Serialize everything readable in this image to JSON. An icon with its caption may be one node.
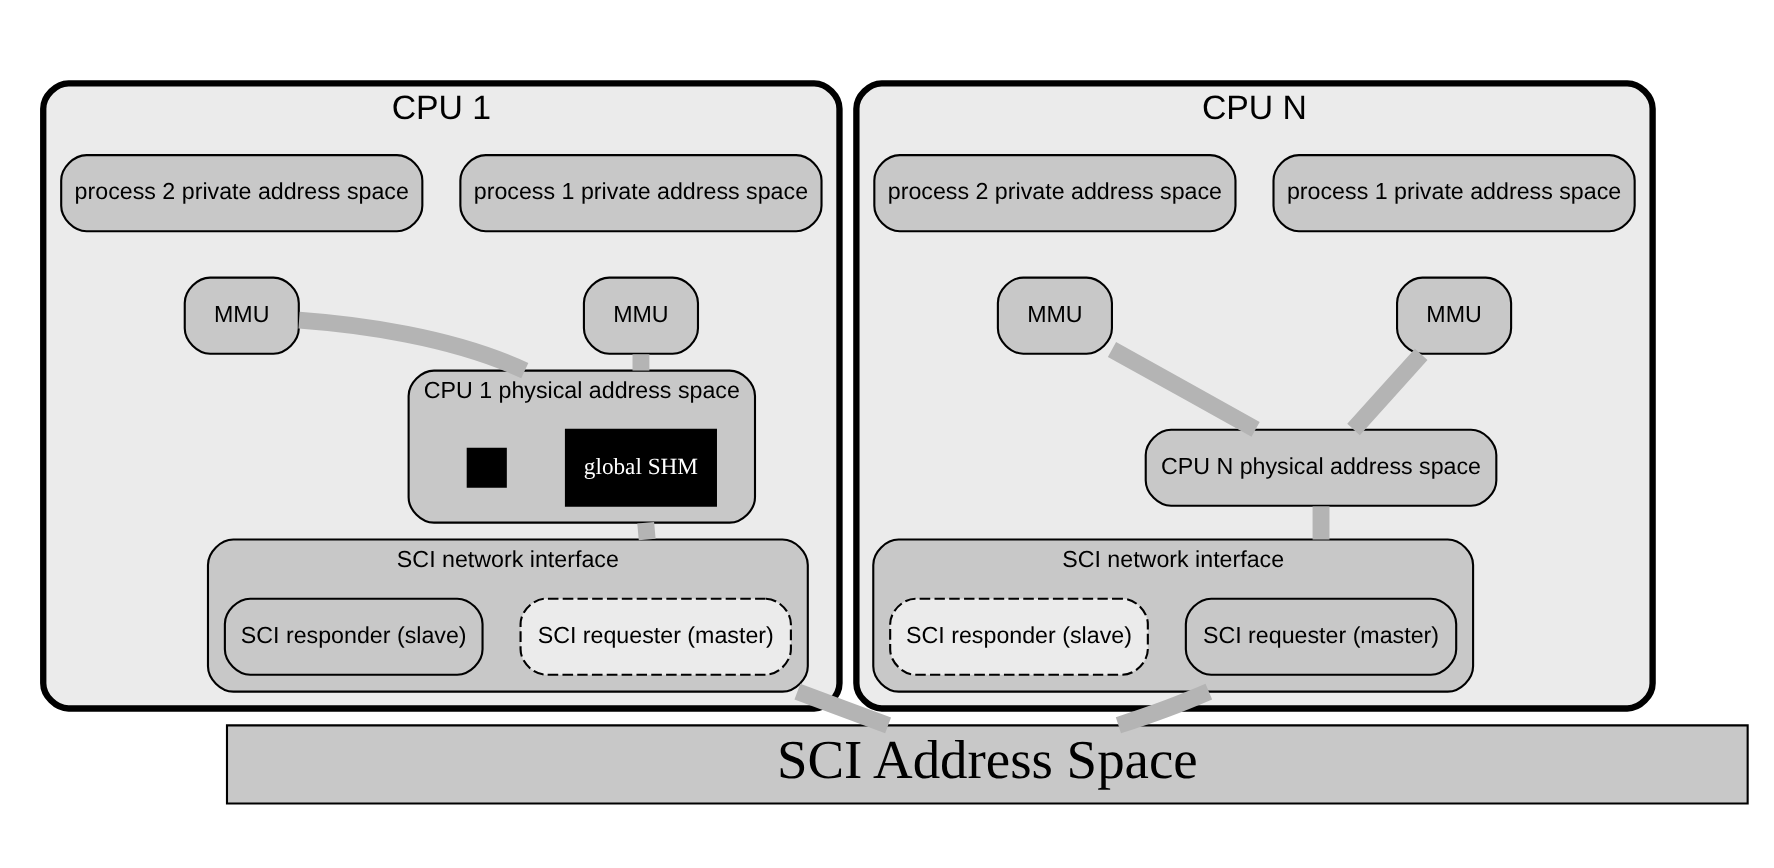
{
  "diagram": {
    "nodes": [
      {
        "text": [
          "CPU 1"
        ]
      },
      {
        "text": [
          "process 1 private address space"
        ],
        "in": 0
      },
      {
        "text": [
          "process 2 private address space"
        ],
        "in": 0
      },
      {
        "text": [
          "MMU"
        ],
        "in": 0
      },
      {
        "text": [
          "MMU"
        ],
        "in": 0
      },
      {
        "text": [
          "CPU 1 physical address space"
        ],
        "in": 0
      },
      {
        "text": [
          "global SHM"
        ],
        "in": 5
      },
      {
        "text": [],
        "shape": "box",
        "in": 5
      },
      {
        "text": [
          "SCI network interface"
        ],
        "in": 0
      },
      {
        "text": [
          "SCI requester (master)"
        ],
        "in": 8
      },
      {
        "text": [
          "SCI responder (slave)"
        ],
        "in": 8
      },
      {
        "text": [
          "CPU N"
        ]
      },
      {
        "text": [
          "process 1 private address space"
        ],
        "in": 11
      },
      {
        "text": [
          "process 2 private address space"
        ],
        "in": 11
      },
      {
        "text": [
          "MMU"
        ],
        "in": 11
      },
      {
        "text": [
          "MMU"
        ],
        "in": 11
      },
      {
        "text": [
          "CPU N physical address space"
        ],
        "in": 11
      },
      {
        "text": [
          "SCI network interface"
        ],
        "in": 11
      },
      {
        "text": [
          "SCI requester (master)"
        ],
        "in": 17
      },
      {
        "text": [
          "SCI responder (slave)"
        ],
        "in": 17
      },
      {
        "text": [
          "SCI Address Space"
        ]
      }
    ],
    "edges": [
      {
        "from": 3,
        "to": 5,
        "arrow": "none"
      },
      {
        "from": 4,
        "to": 5,
        "arrow": "none"
      },
      {
        "from": 5,
        "to": 8,
        "arrow": "none"
      },
      {
        "from": 8,
        "to": 20,
        "arrow": "none"
      },
      {
        "from": 14,
        "to": 16,
        "arrow": "none"
      },
      {
        "from": 15,
        "to": 16,
        "arrow": "none"
      },
      {
        "from": 16,
        "to": 17,
        "arrow": "none"
      },
      {
        "from": 17,
        "to": 20,
        "arrow": "none"
      }
    ]
  }
}
